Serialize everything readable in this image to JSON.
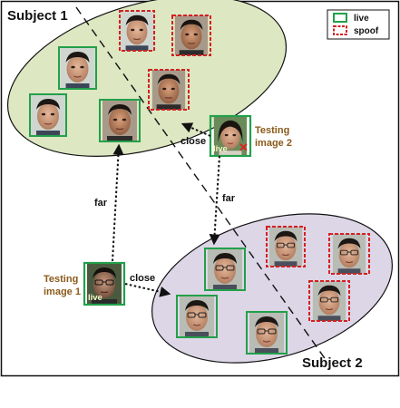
{
  "labels": {
    "subject1": "Subject 1",
    "subject2": "Subject 2",
    "testing1_line1": "Testing",
    "testing1_line2": "image 1",
    "testing2_line1": "Testing",
    "testing2_line2": "image 2",
    "far_left": "far",
    "far_right": "far",
    "close_bottom": "close",
    "close_top": "close",
    "live_tag_1": "live",
    "live_tag_2": "live"
  },
  "legend": {
    "live": "live",
    "spoof": "spoof"
  },
  "colors": {
    "live_border": "#22a04a",
    "spoof_border": "#d42020",
    "subject1_fill": "#dde7c2",
    "subject2_fill": "#ddd6e6",
    "testing_text": "#8b5a1a",
    "live_tag_text": "#f4f8c8",
    "spoof_mark": "#e02020"
  },
  "icons": {
    "face": "face-photo-icon",
    "spoof_mark": "x-mark-icon"
  }
}
